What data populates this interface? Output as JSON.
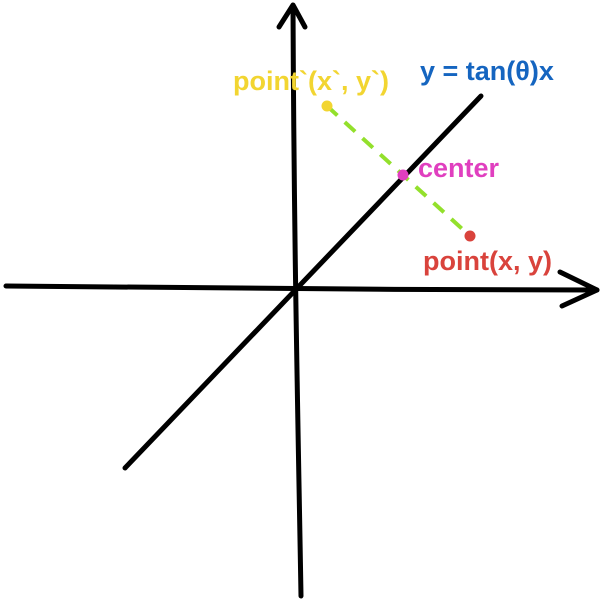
{
  "labels": {
    "line_equation": "y = tan(θ)x",
    "reflected_point": "point`(x`, y`)",
    "center": "center",
    "original_point": "point(x, y)"
  },
  "colors": {
    "background": "#ffffff",
    "axes": "#000000",
    "reflection_line": "#000000",
    "line_equation": "#1565c0",
    "reflected_point": "#f2d531",
    "center": "#e03fbf",
    "original_point": "#d9433c",
    "connector": "#93e02c"
  }
}
